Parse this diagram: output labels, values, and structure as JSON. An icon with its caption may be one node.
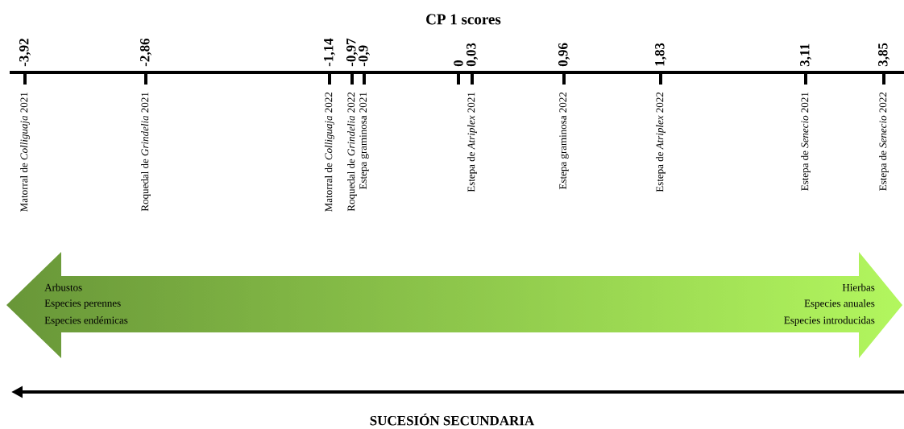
{
  "diagram": {
    "title": "CP 1 scores",
    "nodes": [
      {
        "text": [
          "Arbustos",
          "Especies perennes",
          "Especies endémicas",
          "Hierbas",
          "Especies anuales",
          "Especies introducidas"
        ]
      }
    ],
    "labels": [
      "-3,92",
      "-2,86",
      "-1,14",
      "-0,97",
      "-0,9",
      "0",
      "0,03",
      "0,96",
      "1,83",
      "3,11",
      "3,85",
      "Matorral de *Colliguaja* 2021",
      "Roquedal de *Grindelia* 2021",
      "Matorral de *Colliguaja* 2022",
      "Roquedal de *Grindelia* 2022",
      "Estepa graminosa 2021",
      "Estepa de *Atriplex* 2021",
      "Estepa graminosa 2022",
      "Estepa de *Atriplex* 2022",
      "Estepa de *Senecio* 2021",
      "Estepa de *Senecio* 2022",
      "SUCESIÓN SECUNDARIA"
    ]
  }
}
